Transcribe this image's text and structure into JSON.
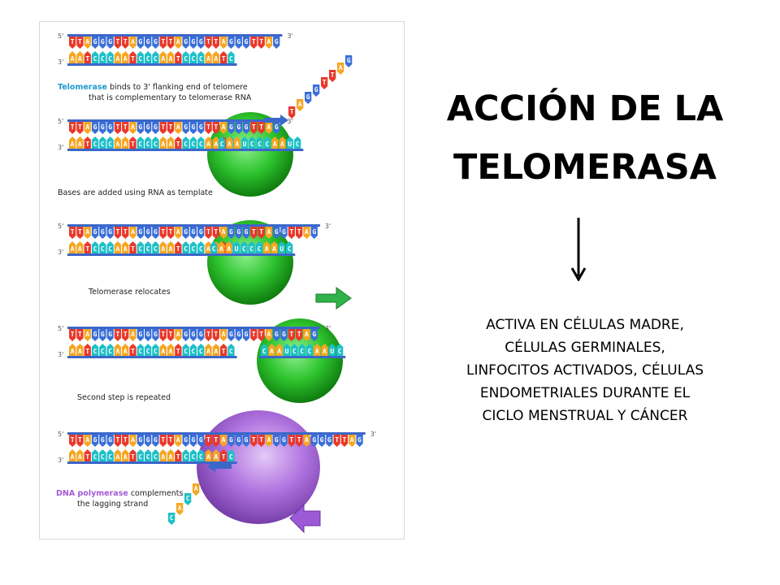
{
  "slide": {
    "title_lines": [
      "ACCIÓN DE LA",
      "TELOMERASA"
    ],
    "body_lines": [
      "ACTIVA EN CÉLULAS MADRE,",
      "CÉLULAS GERMINALES,",
      "LINFOCITOS ACTIVADOS, CÉLULAS",
      "ENDOMETRIALES DURANTE EL",
      "CICLO MENSTRUAL Y CÁNCER"
    ],
    "arrow_icon": "down-arrow-icon"
  },
  "figure": {
    "labels": {
      "five_prime": "5'",
      "three_prime": "3'"
    },
    "captions": {
      "step1_highlight": "Telomerase",
      "step1_rest": " binds to 3' flanking end of telomere",
      "step1_line2": "that is complementary to telomerase RNA",
      "step2": "Bases are added using RNA as template",
      "step3": "Telomerase relocates",
      "step4": "Second step is repeated",
      "step5_highlight": "DNA polymerase",
      "step5_rest": " complements",
      "step5_line2": "the lagging strand"
    },
    "sequences": {
      "top_strand": "TTAGGGTTAGGGTTAGGGTTAGGGTTAG",
      "bottom_strand": "AATCCCAATCCCAATCCCAATC",
      "rna_template": "CAAUCCCAAUC",
      "extension_step2": "GTTAG",
      "extension_step3": "GTTAGGGTTAG"
    },
    "base_colors": {
      "T": "#e8392b",
      "A": "#f5a623",
      "G": "#3a6fd8",
      "C": "#1ec0c8",
      "U": "#1ec0c8"
    },
    "enzyme_colors": {
      "telomerase": "#2fc42f",
      "polymerase": "#a766db",
      "arrow_green": "#2fb34a",
      "arrow_purple": "#9c5bd6",
      "arrow_blue": "#3b67c9"
    }
  }
}
